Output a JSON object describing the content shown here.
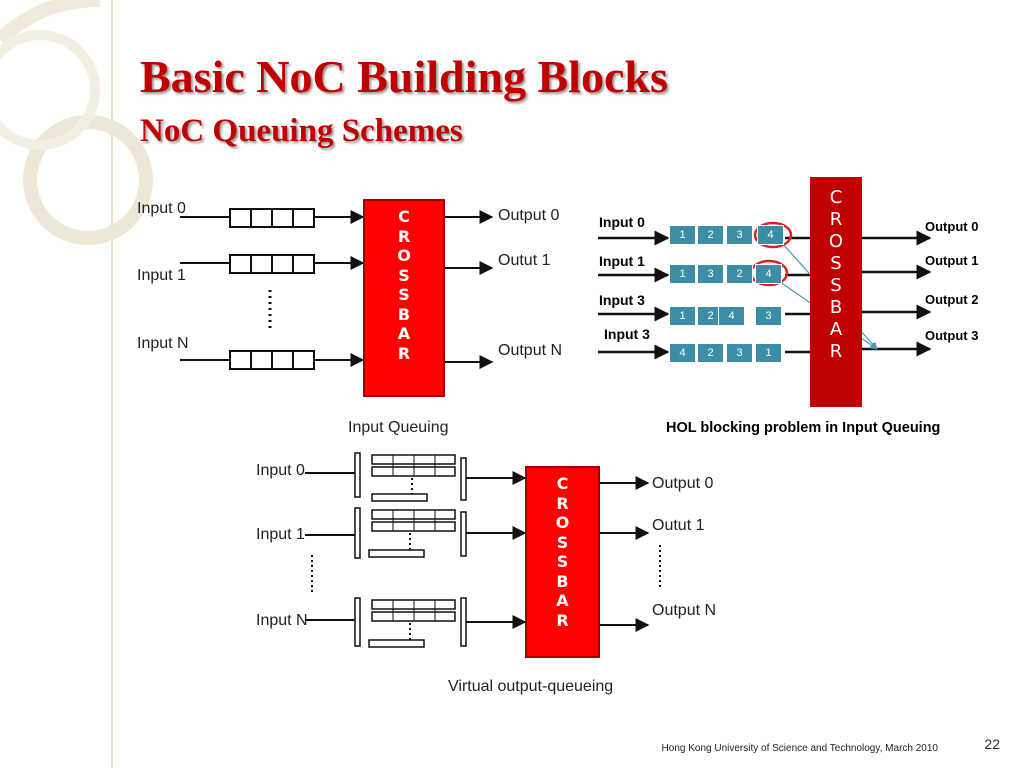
{
  "slide": {
    "title": "Basic NoC Building Blocks",
    "subtitle": "NoC Queuing Schemes",
    "footer": "Hong Kong University of Science and Technology, March 2010",
    "page_number": "22"
  },
  "diagram_input_queuing": {
    "inputs": [
      "Input 0",
      "Input 1",
      "Input N"
    ],
    "outputs": [
      "Output 0",
      "Outut 1",
      "Output N"
    ],
    "crossbar_letters": [
      "C",
      "R",
      "O",
      "S",
      "S",
      "B",
      "A",
      "R"
    ],
    "caption": "Input Queuing"
  },
  "diagram_hol": {
    "inputs": [
      "Input 0",
      "Input 1",
      "Input 3",
      "Input 3"
    ],
    "outputs": [
      "Output 0",
      "Output 1",
      "Output 2",
      "Output 3"
    ],
    "crossbar_letters": [
      "C",
      "R",
      "O",
      "S",
      "S",
      "B",
      "A",
      "R"
    ],
    "queues": [
      [
        "1",
        "2",
        "3",
        "4"
      ],
      [
        "1",
        "3",
        "2",
        "4"
      ],
      [
        "1",
        "2",
        "4",
        "3"
      ],
      [
        "4",
        "2",
        "3",
        "1"
      ]
    ],
    "caption": "HOL blocking problem in Input Queuing"
  },
  "diagram_voq": {
    "inputs": [
      "Input 0",
      "Input 1",
      "Input N"
    ],
    "outputs": [
      "Output 0",
      "Outut 1",
      "Output N"
    ],
    "crossbar_letters": [
      "C",
      "R",
      "O",
      "S",
      "S",
      "B",
      "A",
      "R"
    ],
    "caption": "Virtual output-queueing"
  },
  "colors": {
    "title": "#c00000",
    "crossbar": "#ff0000",
    "crossbar_hol": "#c00000",
    "queue_cell": "#3b8ea5",
    "highlight_circle": "#e02020"
  }
}
